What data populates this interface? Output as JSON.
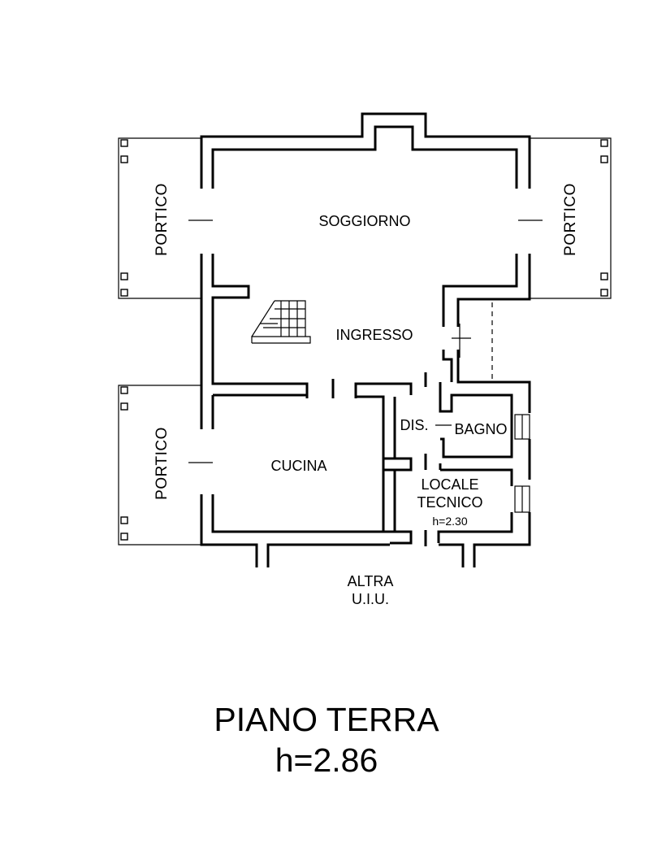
{
  "plan": {
    "rooms": {
      "soggiorno": "SOGGIORNO",
      "ingresso": "INGRESSO",
      "cucina": "CUCINA",
      "dis": "DIS.",
      "bagno": "BAGNO",
      "locale_line1": "LOCALE",
      "locale_line2": "TECNICO",
      "locale_height": "h=2.30"
    },
    "porticos": {
      "left_top": "PORTICO",
      "right_top": "PORTICO",
      "left_bottom": "PORTICO"
    },
    "altra": {
      "line1": "ALTRA",
      "line2": "U.I.U."
    }
  },
  "title": {
    "name": "PIANO TERRA",
    "height": "h=2.86"
  }
}
